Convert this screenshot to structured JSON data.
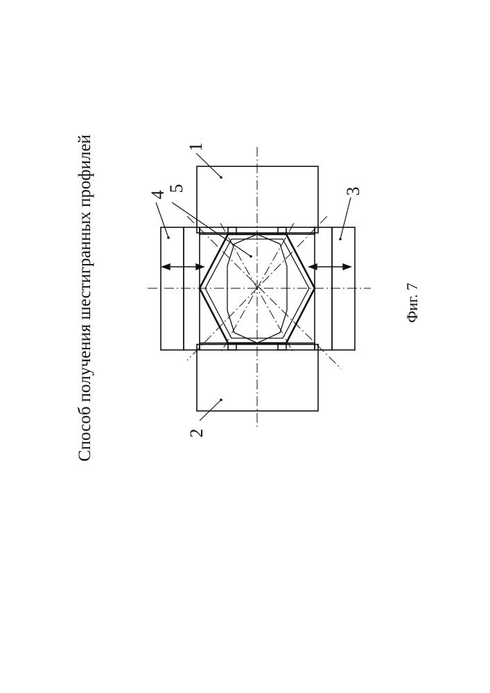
{
  "title": "Способ получения шестигранных профилей",
  "caption": "Фиг. 7",
  "labels": {
    "l1": "1",
    "l2": "2",
    "l3": "3",
    "l4": "4",
    "l5": "5"
  }
}
